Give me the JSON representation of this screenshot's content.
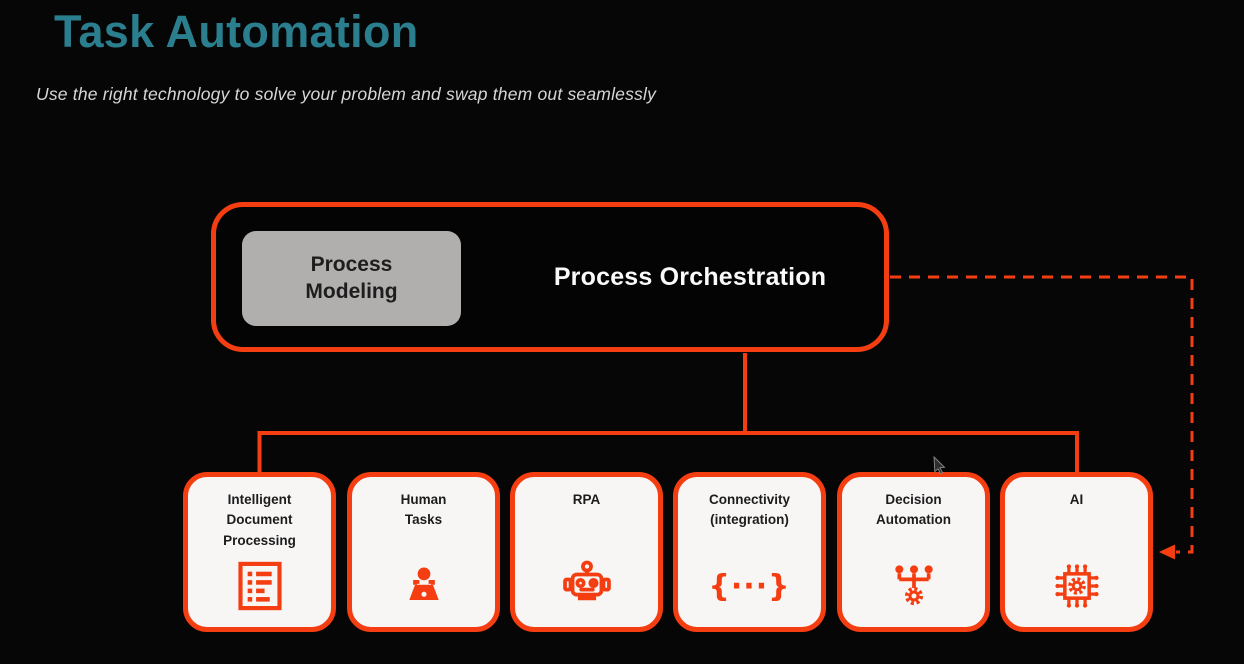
{
  "header": {
    "title": "Task Automation",
    "subtitle": "Use the right technology to solve your problem and swap them out seamlessly"
  },
  "diagram": {
    "orchestration": {
      "label": "Process Orchestration"
    },
    "modeling": {
      "label": "Process\nModeling"
    },
    "children": [
      {
        "label": "Intelligent\nDocument\nProcessing",
        "icon": "document-list-icon"
      },
      {
        "label": "Human\nTasks",
        "icon": "person-laptop-icon"
      },
      {
        "label": "RPA",
        "icon": "robot-icon"
      },
      {
        "label": "Connectivity\n(integration)",
        "icon": "code-braces-icon"
      },
      {
        "label": "Decision\nAutomation",
        "icon": "decision-tree-icon"
      },
      {
        "label": "AI",
        "icon": "ai-chip-icon"
      }
    ],
    "braces_glyph": "{···}"
  },
  "colors": {
    "bg": "#060606",
    "accent": "#f43e12",
    "title": "#2a7e8e",
    "subtitle": "#d6d6d6",
    "box-fill": "#f7f6f5",
    "gray-fill": "#b1afae",
    "dark-text": "#1d1d1d",
    "white-text": "#fafafa"
  }
}
